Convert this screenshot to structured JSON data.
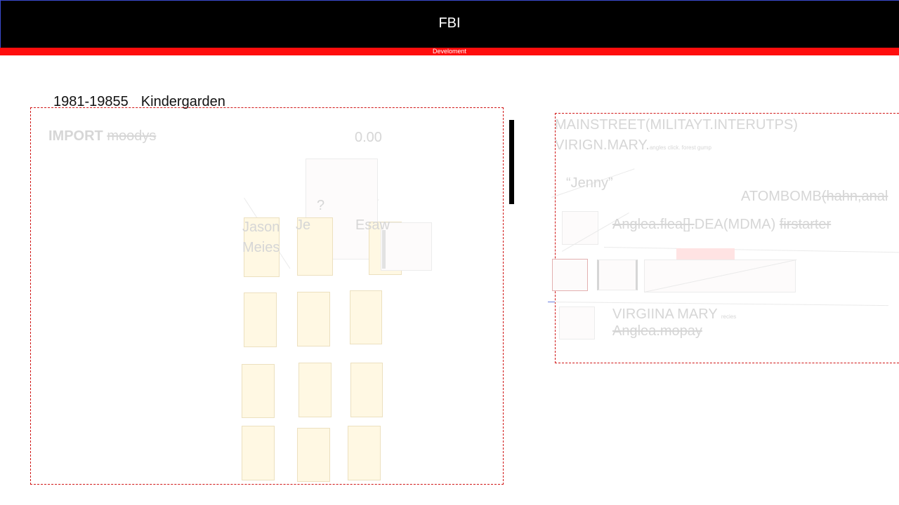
{
  "header": {
    "title": "FBI",
    "subtitle": "Develoment"
  },
  "left": {
    "range": "1981-19855",
    "label": "Kindergarden",
    "import_label": "IMPORT",
    "import_struck": "moodys",
    "amount": "0.00",
    "question": "?",
    "name_jason": "Jason",
    "name_meies": "Meies",
    "name_je": "Je",
    "name_esaw": "Esaw"
  },
  "right": {
    "line1": "MAINSTREET(MILITAYT.INTERUTPS)",
    "line2_main": "VIRIGN.MARY.",
    "line2_small": "angles click. forest gump",
    "jenny": "“Jenny”",
    "atombomb": "ATOMBOMB",
    "atombomb_struck": "(hahn,anal",
    "flea_struck": "Anglea.flea[].",
    "flea_rest": "DEA(MDMA)",
    "flea_tail": "firstarter",
    "virgiina": "VIRGIINA MARY",
    "virgiina_small": "recies",
    "mopay": "Anglea.mopay"
  }
}
